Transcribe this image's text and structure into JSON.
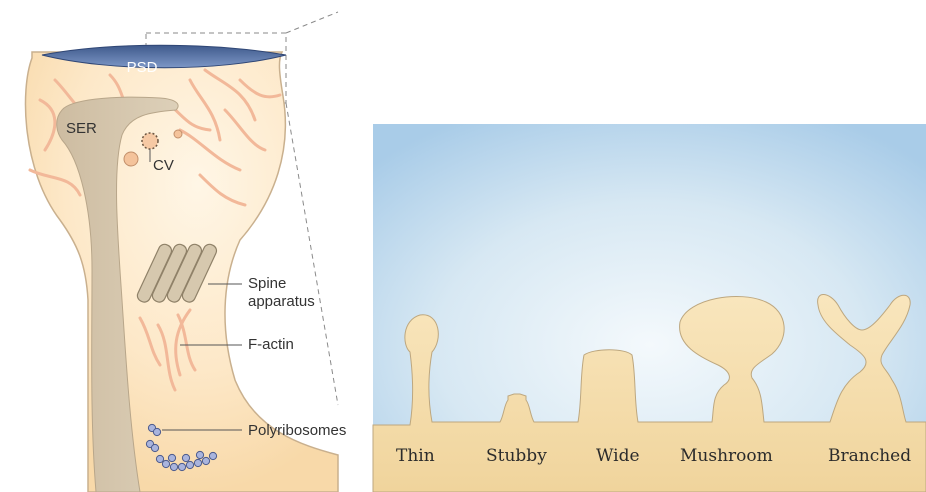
{
  "left_panel": {
    "labels": {
      "psd": "PSD",
      "ser": "SER",
      "cv": "CV",
      "spine_apparatus_line1": "Spine",
      "spine_apparatus_line2": "apparatus",
      "f_actin": "F-actin",
      "polyribosomes": "Polyribosomes"
    }
  },
  "right_panel": {
    "shapes": [
      {
        "label": "Thin"
      },
      {
        "label": "Stubby"
      },
      {
        "label": "Wide"
      },
      {
        "label": "Mushroom"
      },
      {
        "label": "Branched"
      }
    ]
  },
  "colors": {
    "spine_fill": "#fde7c7",
    "spine_outline": "#c9b08e",
    "psd": "#4f6ea3",
    "ser": "#d4c4ab",
    "actin": "#f2b899",
    "ribosome": "#9aa8d4",
    "sky_top": "#a9cce8",
    "sky_center": "#eef6fb",
    "dendrite": "#f6dfae"
  }
}
